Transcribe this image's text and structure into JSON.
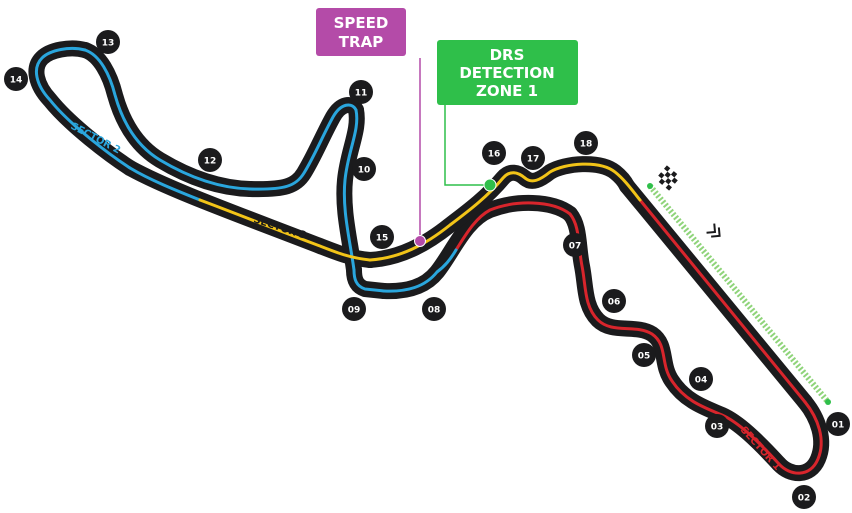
{
  "colors": {
    "track_base": "#1b1b1d",
    "sector_1": "#d8252c",
    "sector_2": "#2aa6dd",
    "sector_3": "#f2c418",
    "speed_trap": "#b44ba8",
    "drs": "#2fbf4a",
    "drs_zone": "#8fd47a",
    "turn_marker": "#1b1b1d",
    "turn_text": "#ffffff"
  },
  "icons": {
    "finish": "checkered-flag-icon",
    "direction": "chevron-direction-icon"
  },
  "labels": {
    "speed_trap_line1": "SPEED",
    "speed_trap_line2": "TRAP",
    "drs_line1": "DRS",
    "drs_line2": "DETECTION",
    "drs_line3": "ZONE 1"
  },
  "sectors": [
    {
      "id": "sector_1",
      "label": "SECTOR 1"
    },
    {
      "id": "sector_2",
      "label": "SECTOR 2"
    },
    {
      "id": "sector_3",
      "label": "SECTOR 3"
    }
  ],
  "turns": [
    "01",
    "02",
    "03",
    "04",
    "05",
    "06",
    "07",
    "08",
    "09",
    "10",
    "11",
    "12",
    "13",
    "14",
    "15",
    "16",
    "17",
    "18"
  ]
}
